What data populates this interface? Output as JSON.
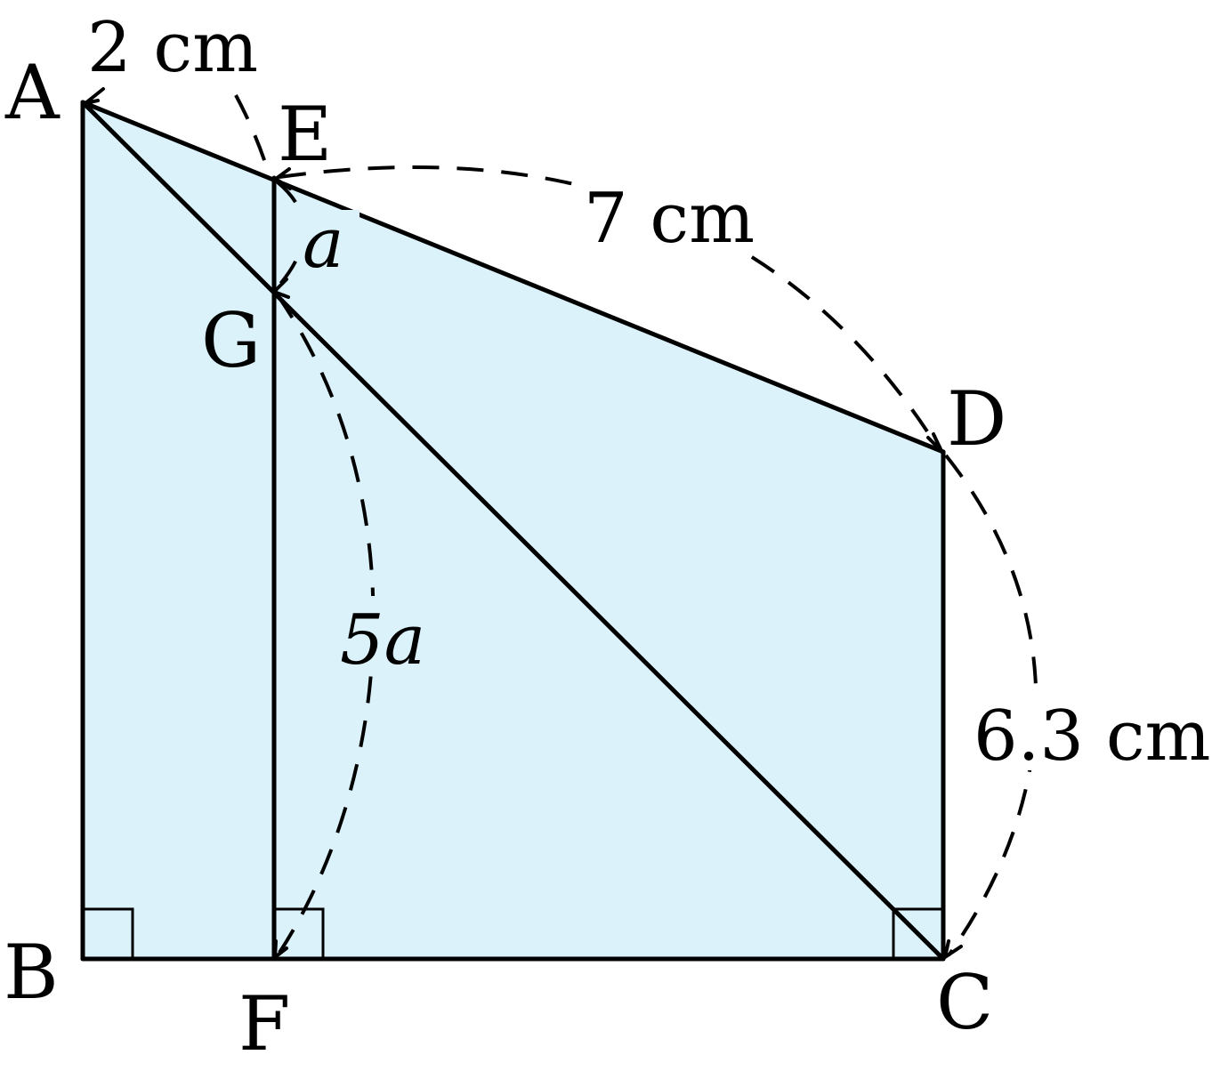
{
  "colors": {
    "fill": "#dcf2fb",
    "stroke": "#000000"
  },
  "points": {
    "A": "A",
    "B": "B",
    "C": "C",
    "D": "D",
    "E": "E",
    "F": "F",
    "G": "G"
  },
  "measurements": {
    "AE": "2 cm",
    "ED": "7 cm",
    "DC": "6.3 cm",
    "EG": "a",
    "GF": "5a"
  }
}
